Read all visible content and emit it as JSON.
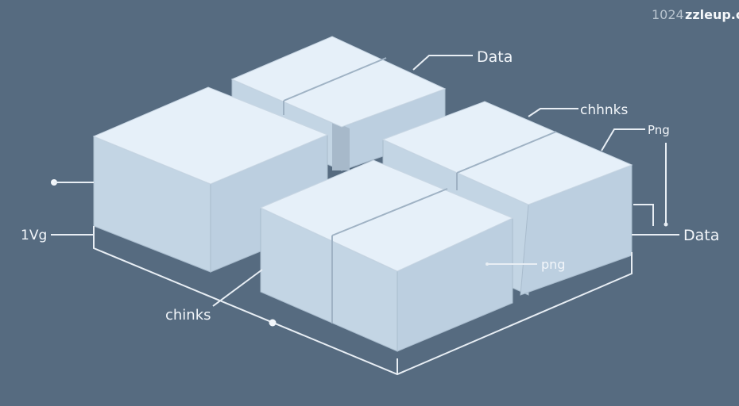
{
  "watermark": {
    "prefix": "1024",
    "brand": "zzleup.c"
  },
  "labels": {
    "data_top": "Data",
    "chunks_right": "chhnks",
    "png_right": "Png",
    "data_right": "Data",
    "png_inner": "png",
    "vg_left": "1Vg",
    "chunks_left": "chinks"
  }
}
